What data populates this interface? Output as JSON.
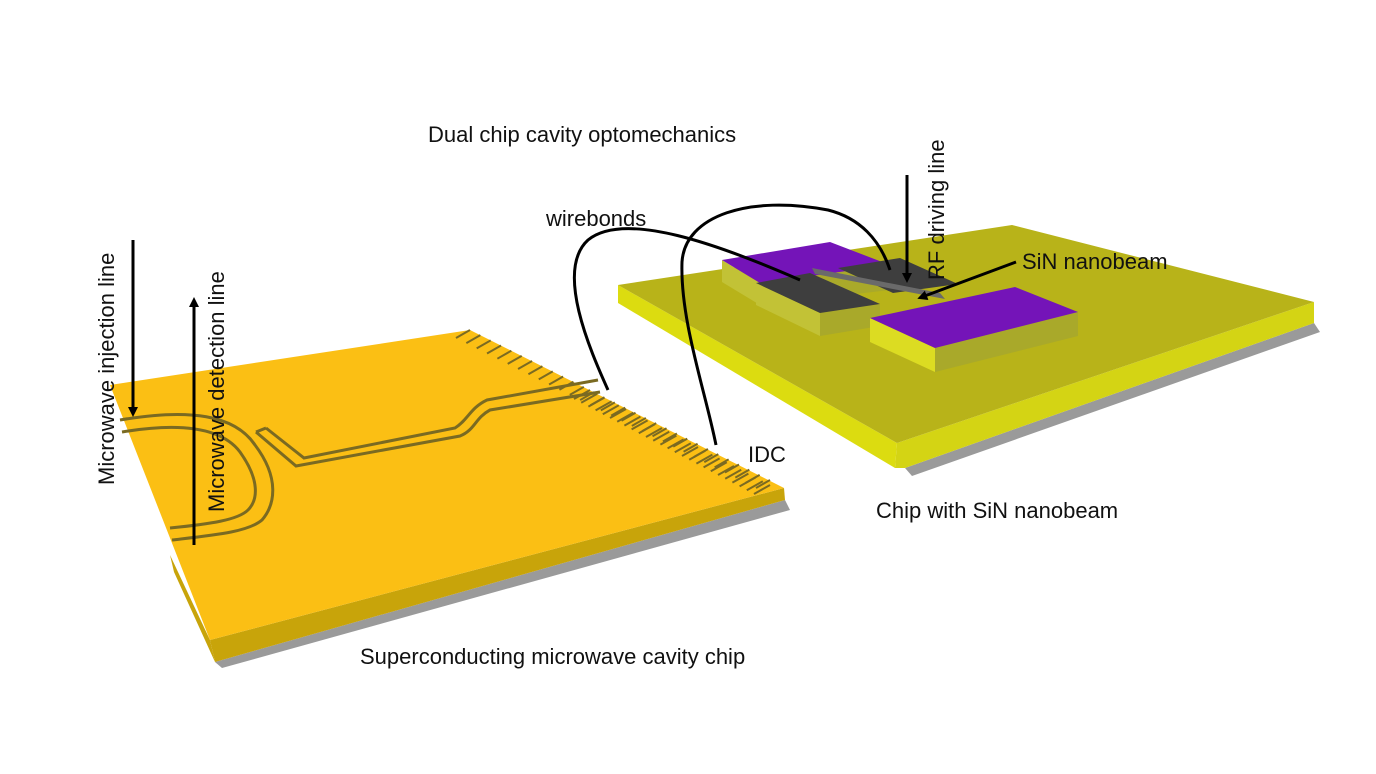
{
  "title": "Dual chip cavity optomechanics",
  "labels": {
    "injection_line": "Microwave injection line",
    "detection_line": "Microwave detection line",
    "wirebonds": "wirebonds",
    "rf_line": "RF driving line",
    "nanobeam": "SiN nanobeam",
    "idc": "IDC",
    "left_chip": "Superconducting microwave cavity chip",
    "right_chip": "Chip with SiN nanobeam"
  },
  "colors": {
    "cavity_chip_top": "#fbbf14",
    "cavity_chip_side": "#c8a40a",
    "cavity_trace": "#7a6a22",
    "nanobeam_chip_top": "#b8b319",
    "nanobeam_chip_side": "#dcdc10",
    "electrode_top": "#7414b8",
    "electrode_side": "#c2c236",
    "pad_dark": "#3e3e3e",
    "shadow": "#9a9a9a",
    "arrow": "#000000"
  }
}
